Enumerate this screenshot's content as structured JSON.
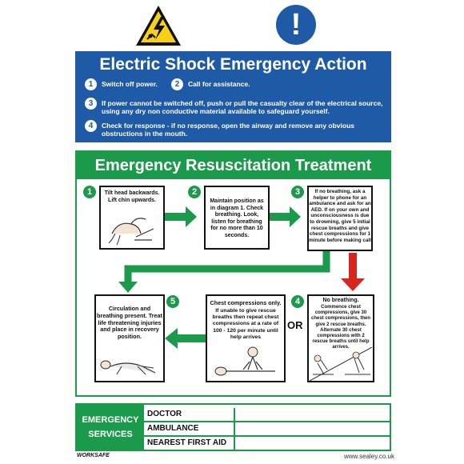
{
  "signs": {
    "warning_icon": "electric-shock-warning-icon",
    "mandatory_icon": "exclamation-mandatory-icon",
    "mandatory_glyph": "!"
  },
  "electric_shock": {
    "title": "Electric Shock Emergency Action",
    "steps": [
      {
        "num": "1",
        "text": "Switch off power."
      },
      {
        "num": "2",
        "text": "Call for assistance."
      },
      {
        "num": "3",
        "text": "If power cannot be switched off, push or pull the casualty clear of the electrical source, using any dry non conductive material available to safeguard yourself."
      },
      {
        "num": "4",
        "text": "Check for response - if no response, open the airway and remove any obvious obstructions in the mouth."
      }
    ]
  },
  "resuscitation": {
    "title": "Emergency Resuscitation Treatment",
    "step1": {
      "num": "1",
      "text": "Tilt head backwards. Lift chin upwards."
    },
    "step2": {
      "num": "2",
      "text": "Maintain position as in diagram 1. Check breathing. Look, listen for breathing for no more than 10 seconds."
    },
    "step3": {
      "num": "3",
      "text": "If no breathing, ask a helper to phone for an ambulance and ask for an AED. If on your own and unconsciousness is due to drowning, give 5 initial rescue breaths and give chest compressions for 1 minute before making call"
    },
    "step4": {
      "num": "4",
      "title": "No breathing.",
      "text": "Commence chest compressions, give 30 chest compressions, then give 2 rescue breaths. Alternate 30 chest compressions with 2 rescue breaths until help arrives."
    },
    "step_cc": {
      "title": "Chest compressions only.",
      "text": "If unable to give rescue breaths then repeat chest compressions at a rate of 100 - 120 per minute until help arrives"
    },
    "or_label": "OR",
    "step5": {
      "num": "5",
      "text": "Circulation and breathing present. Treat life threatening injuries and place in recovery position."
    }
  },
  "emergency_services": {
    "label_line1": "EMERGENCY",
    "label_line2": "SERVICES",
    "rows": [
      "DOCTOR",
      "AMBULANCE",
      "NEAREST FIRST AID"
    ]
  },
  "footer": {
    "logo": "WORKSAFE",
    "website": "www.sealey.co.uk"
  },
  "colors": {
    "blue": "#1f5aa6",
    "green": "#1a9a4a",
    "red": "#d8261f",
    "warning_yellow": "#f7d117"
  }
}
